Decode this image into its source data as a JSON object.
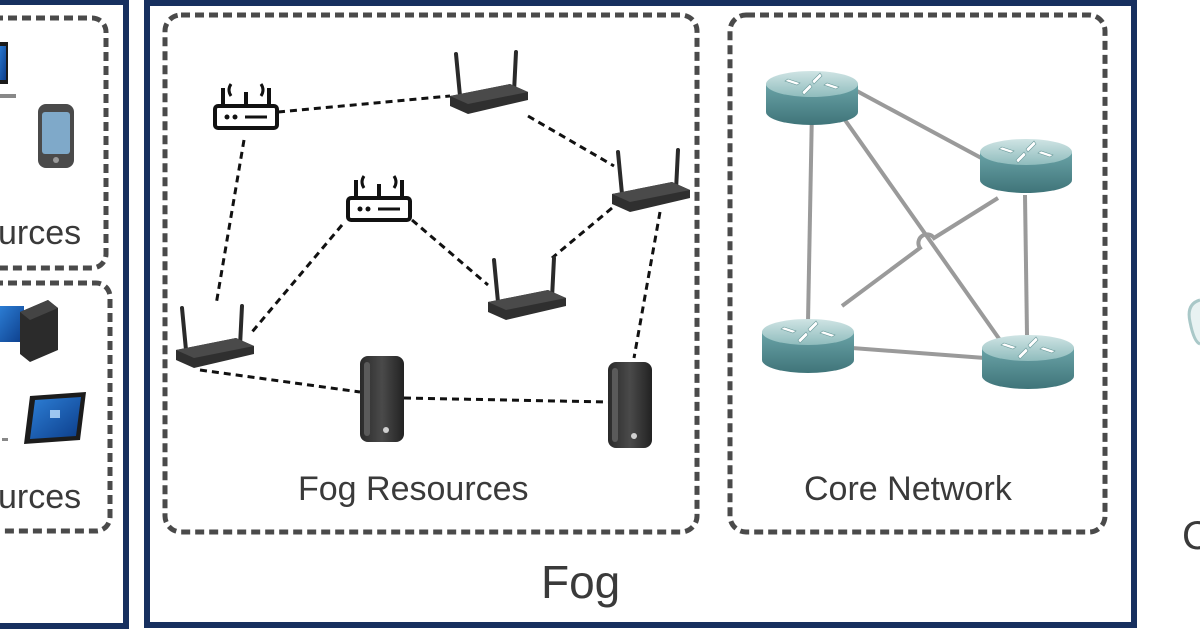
{
  "left_panel": {
    "box_top_label": "urces",
    "box_bottom_label": "urces"
  },
  "fog_panel": {
    "title": "Fog",
    "fog_resources": {
      "label": "Fog Resources"
    },
    "core_network": {
      "label": "Core Network"
    }
  },
  "right_panel": {
    "partial_label": "C"
  },
  "colors": {
    "panel_border": "#17305f",
    "dashed_box": "#4a4a4a",
    "fog_link": "#111111",
    "core_link": "#9a9a9a",
    "router_body": "#4e8e93",
    "device_body": "#3a3a3a"
  }
}
